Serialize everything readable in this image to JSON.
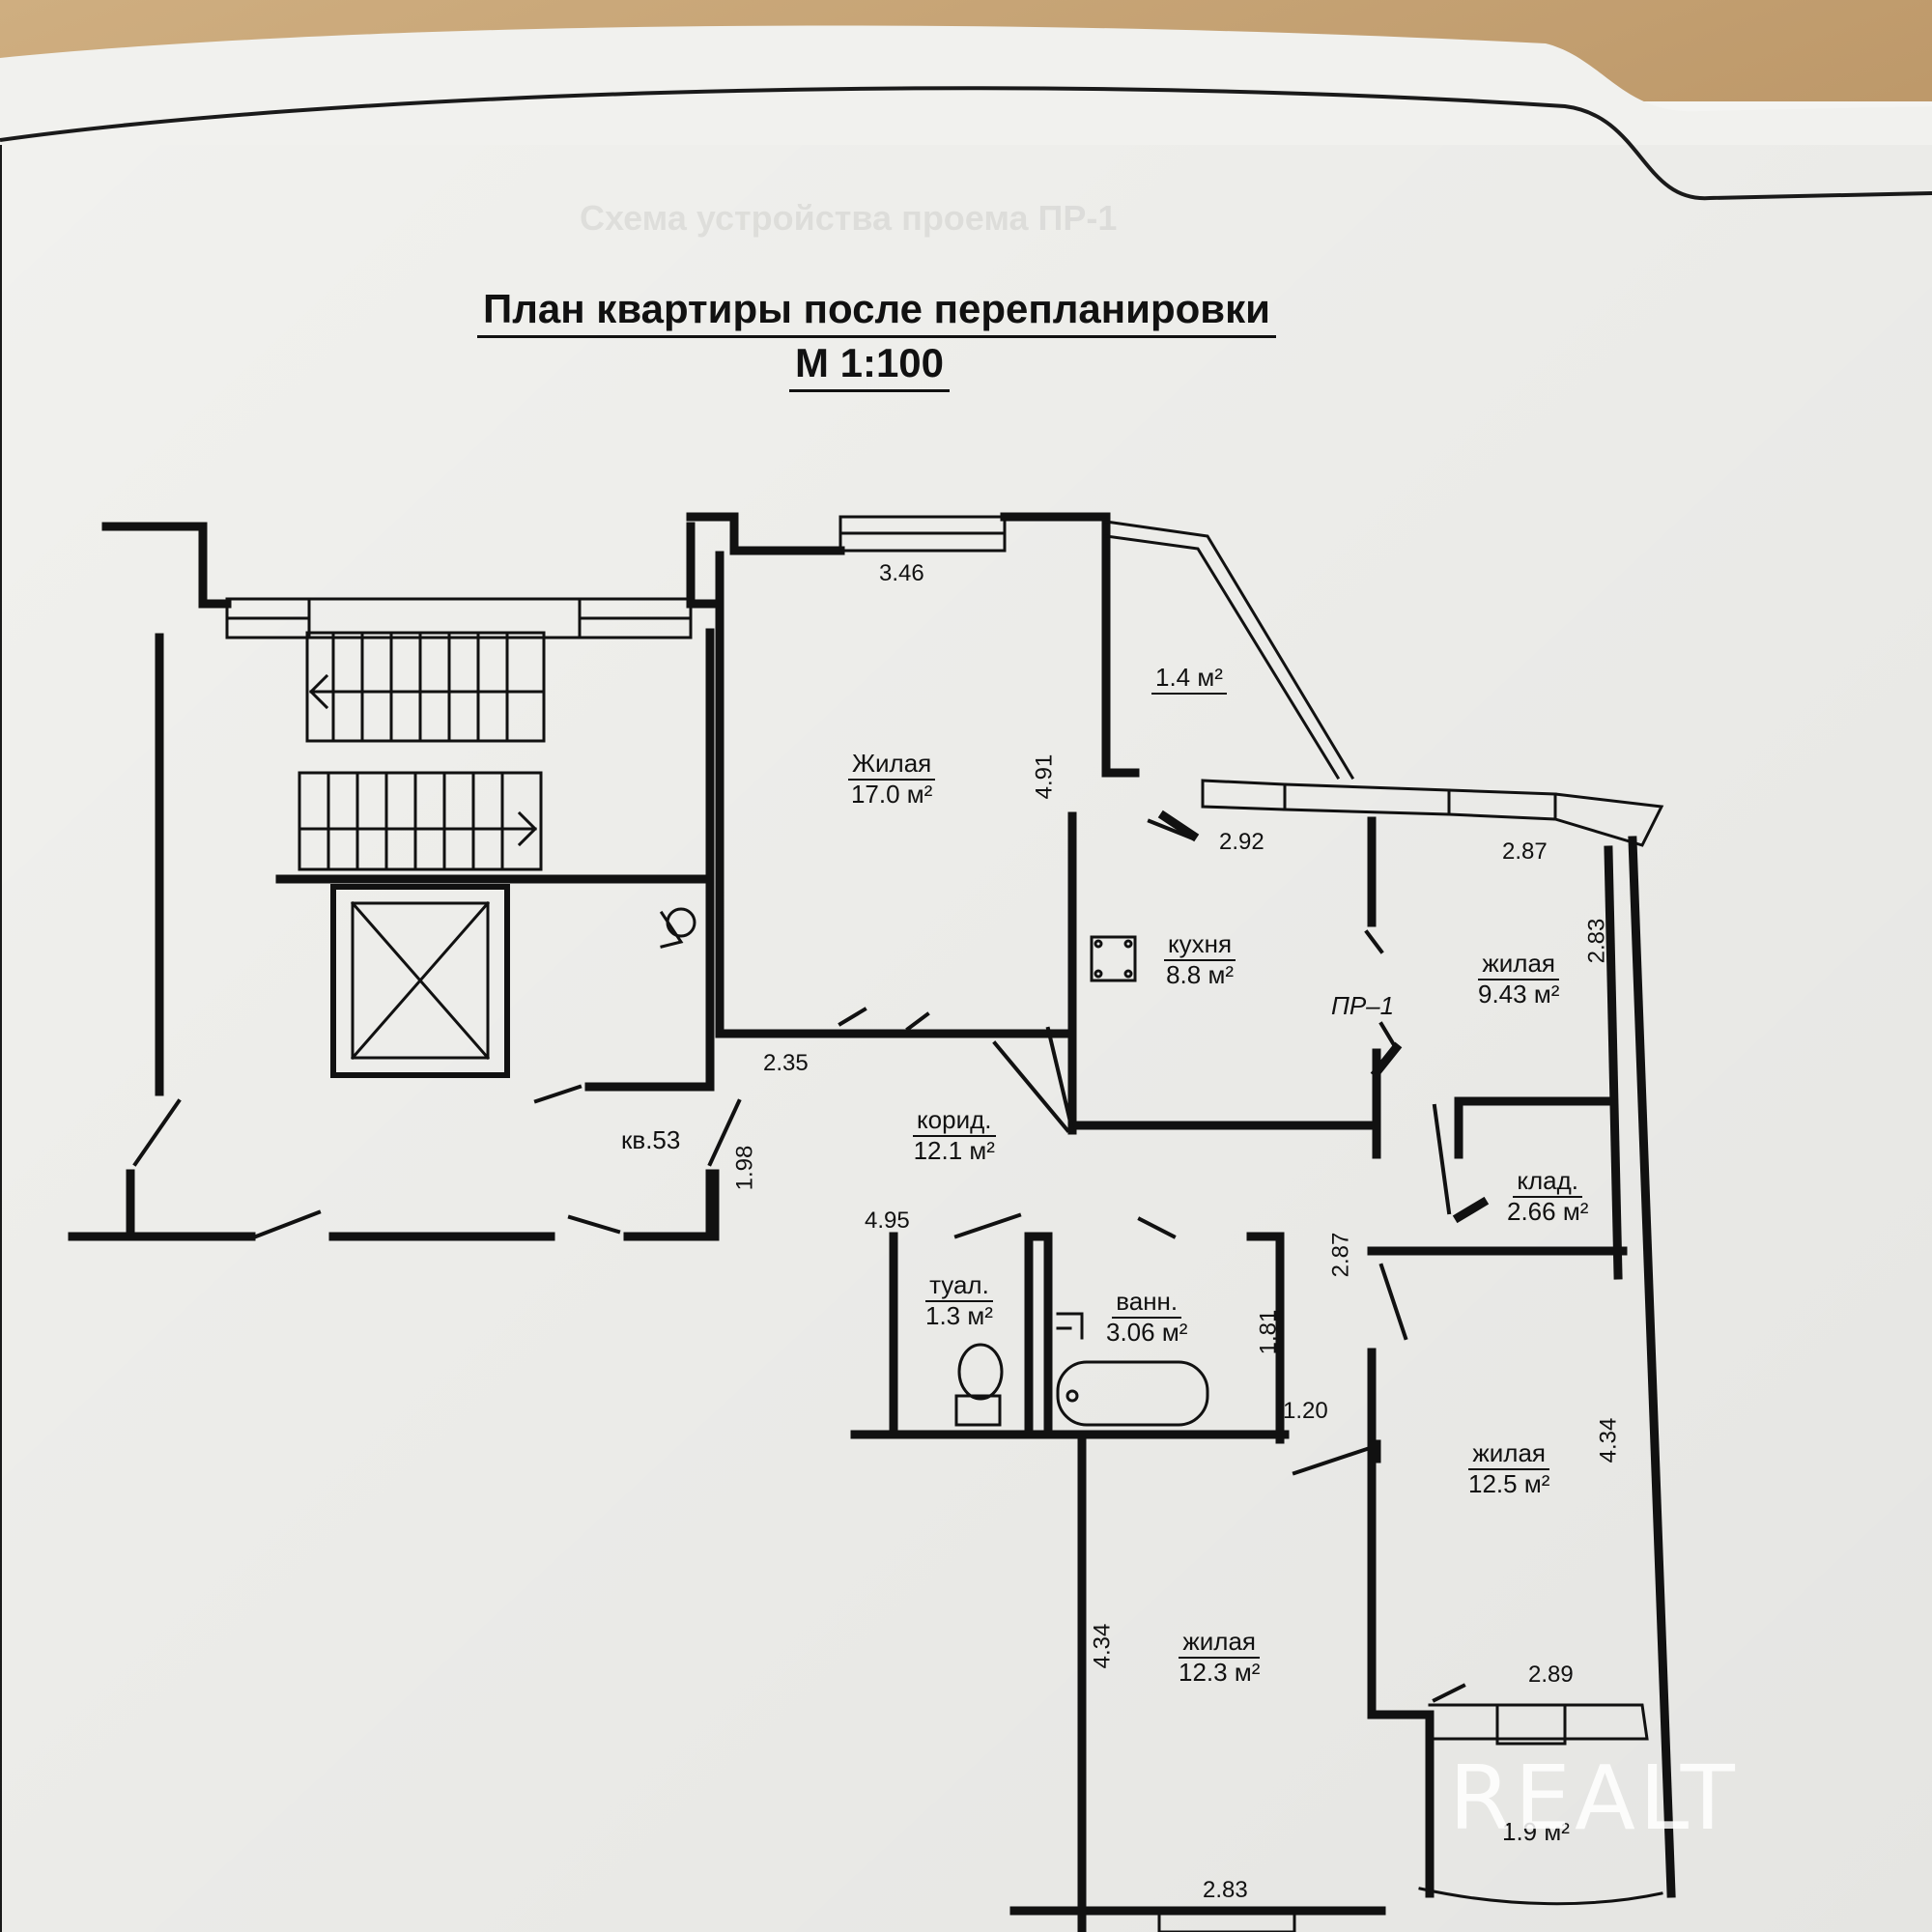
{
  "plan": {
    "title": "План квартиры после перепланировки",
    "scale": "М 1:100",
    "apartment_label": "кв.53",
    "redevelopment_tag": "ПР–1",
    "ghost_title": "Схема устройства проема ПР-1"
  },
  "rooms": [
    {
      "id": "living-17",
      "name": "Жилая",
      "area": "17.0 м²"
    },
    {
      "id": "balcony-top",
      "name": "",
      "area": "1.4 м²"
    },
    {
      "id": "kitchen",
      "name": "кухня",
      "area": "8.8 м²"
    },
    {
      "id": "living-943",
      "name": "жилая",
      "area": "9.43 м²"
    },
    {
      "id": "corridor",
      "name": "корид.",
      "area": "12.1 м²"
    },
    {
      "id": "pantry",
      "name": "клад.",
      "area": "2.66 м²"
    },
    {
      "id": "toilet",
      "name": "туал.",
      "area": "1.3 м²"
    },
    {
      "id": "bath",
      "name": "ванн.",
      "area": "3.06 м²"
    },
    {
      "id": "living-125",
      "name": "жилая",
      "area": "12.5 м²"
    },
    {
      "id": "living-123",
      "name": "жилая",
      "area": "12.3 м²"
    },
    {
      "id": "balcony-bottom",
      "name": "",
      "area": "1.9 м²"
    }
  ],
  "dimensions": {
    "d346": "3.46",
    "d491": "4.91",
    "d292": "2.92",
    "d287a": "2.87",
    "d283a": "2.83",
    "d235": "2.35",
    "d198": "1.98",
    "d495": "4.95",
    "d287b": "2.87",
    "d181": "1.81",
    "d120": "1.20",
    "d434a": "4.34",
    "d434b": "4.34",
    "d289": "2.89",
    "d283b": "2.83"
  },
  "watermark": "REALT",
  "colors": {
    "ink": "#111111",
    "paper": "#f2f2ef",
    "desk": "#c4a06f"
  }
}
